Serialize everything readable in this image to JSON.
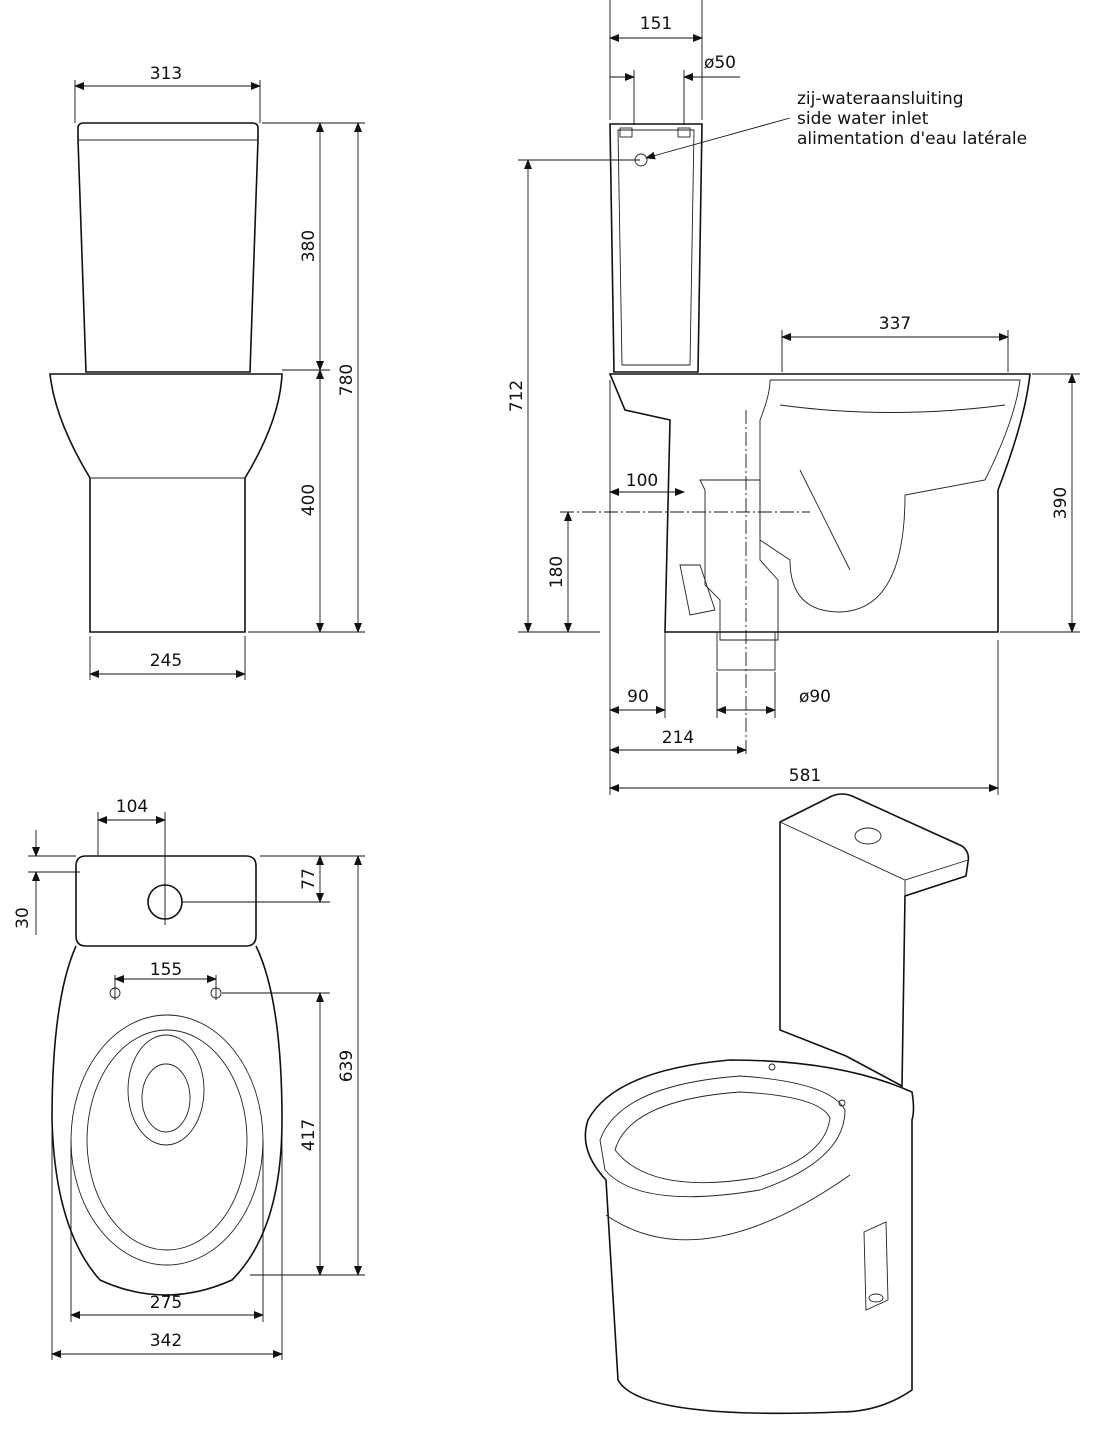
{
  "front_view": {
    "width_tank": "313",
    "height_tank": "380",
    "height_total": "780",
    "height_bowl": "400",
    "width_base": "245"
  },
  "side_view": {
    "tank_depth": "151",
    "inlet_diameter": "ø50",
    "inlet_note": [
      "zij-wateraansluiting",
      "side water inlet",
      "alimentation d'eau latérale"
    ],
    "inlet_height": "712",
    "bowl_length": "337",
    "bowl_height": "390",
    "outlet_offset": "100",
    "outlet_height": "180",
    "foot_offset": "90",
    "outlet_diameter": "ø90",
    "outlet_distance": "214",
    "total_depth": "581"
  },
  "top_view": {
    "button_offset": "104",
    "button_depth": "77",
    "tank_to_wall": "30",
    "hinge_spacing": "155",
    "total_length": "639",
    "seat_length": "417",
    "inner_width": "275",
    "total_width": "342"
  }
}
